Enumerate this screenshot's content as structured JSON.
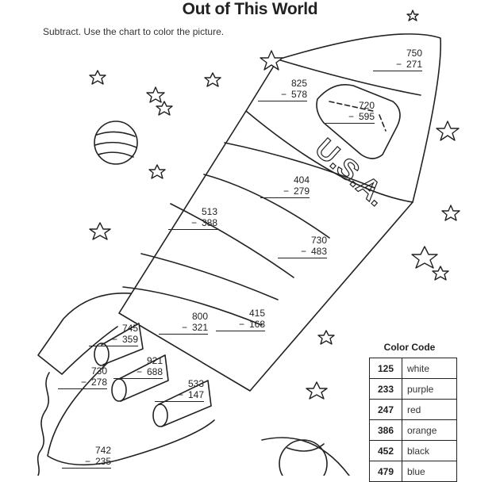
{
  "worksheet": {
    "title": "Out of This World",
    "instructions": "Subtract. Use the chart to color the picture.",
    "rocket_label": "U.S.A."
  },
  "problems": [
    {
      "top": "750",
      "op": "−",
      "bottom": "271"
    },
    {
      "top": "825",
      "op": "−",
      "bottom": "578"
    },
    {
      "top": "720",
      "op": "−",
      "bottom": "595"
    },
    {
      "top": "404",
      "op": "−",
      "bottom": "279"
    },
    {
      "top": "513",
      "op": "−",
      "bottom": "388"
    },
    {
      "top": "730",
      "op": "−",
      "bottom": "483"
    },
    {
      "top": "800",
      "op": "−",
      "bottom": "321"
    },
    {
      "top": "415",
      "op": "−",
      "bottom": "168"
    },
    {
      "top": "745",
      "op": "−",
      "bottom": "359"
    },
    {
      "top": "921",
      "op": "−",
      "bottom": "688"
    },
    {
      "top": "730",
      "op": "−",
      "bottom": "278"
    },
    {
      "top": "533",
      "op": "−",
      "bottom": "147"
    },
    {
      "top": "742",
      "op": "−",
      "bottom": "235"
    }
  ],
  "color_code": {
    "title": "Color Code",
    "rows": [
      {
        "number": "125",
        "color": "white"
      },
      {
        "number": "233",
        "color": "purple"
      },
      {
        "number": "247",
        "color": "red"
      },
      {
        "number": "386",
        "color": "orange"
      },
      {
        "number": "452",
        "color": "black"
      },
      {
        "number": "479",
        "color": "blue"
      }
    ]
  }
}
